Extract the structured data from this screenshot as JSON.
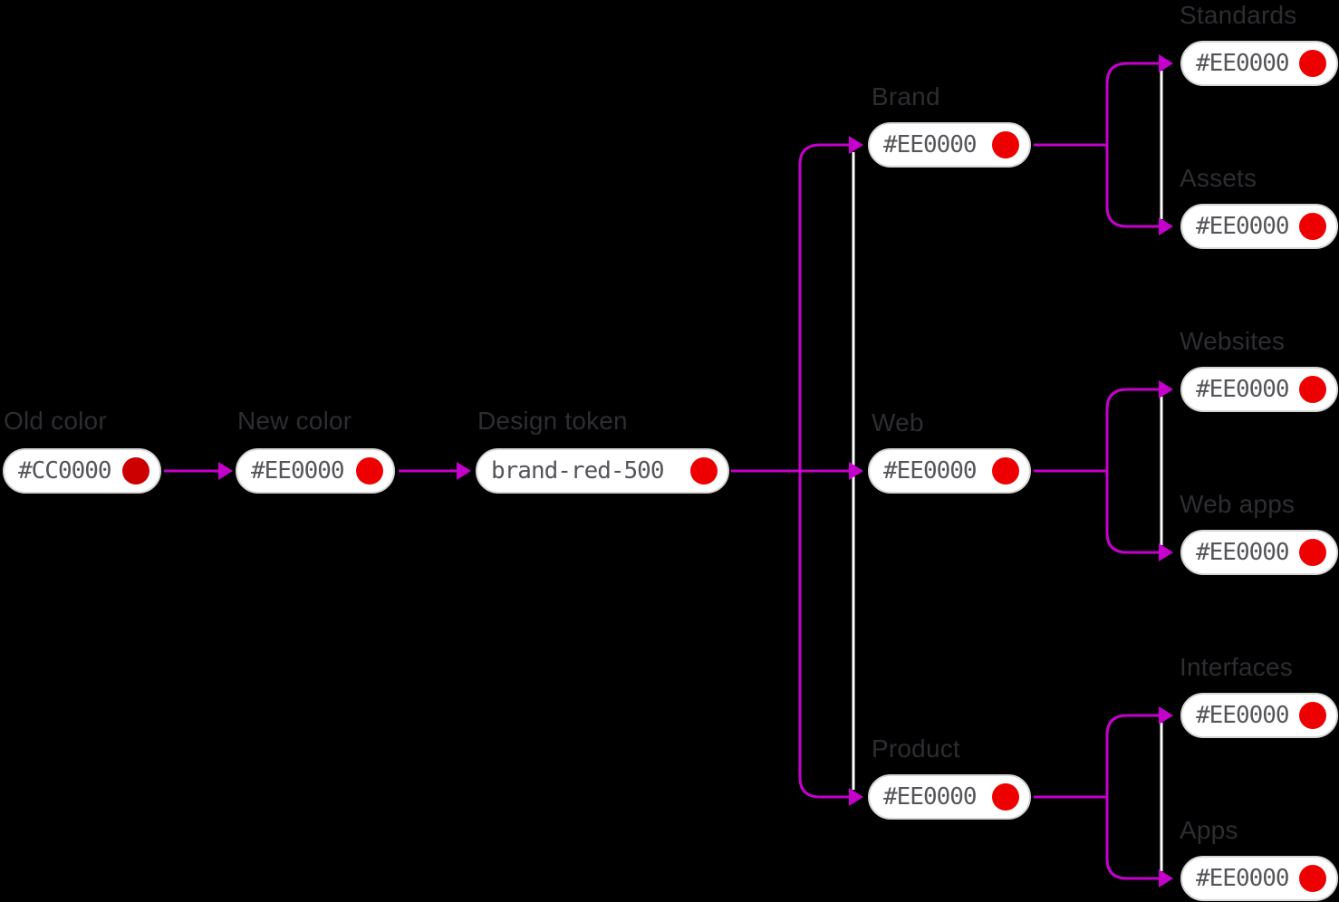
{
  "diagram": {
    "colors": {
      "background": "#000000",
      "connector": "#C600CC",
      "tie_line": "#FFFFFF",
      "old_red": "#CC0000",
      "new_red": "#EE0000",
      "pill_border": "#D6D6D6",
      "pill_text": "#55555A",
      "label_text": "#2D2D32"
    },
    "flow": [
      {
        "label": "Old color",
        "value": "#CC0000",
        "swatch": "#CC0000"
      },
      {
        "label": "New color",
        "value": "#EE0000",
        "swatch": "#EE0000"
      },
      {
        "label": "Design token",
        "value": "brand-red-500",
        "swatch": "#EE0000"
      }
    ],
    "branches": [
      {
        "label": "Brand",
        "value": "#EE0000",
        "swatch": "#EE0000",
        "children": [
          {
            "label": "Standards",
            "value": "#EE0000",
            "swatch": "#EE0000"
          },
          {
            "label": "Assets",
            "value": "#EE0000",
            "swatch": "#EE0000"
          }
        ]
      },
      {
        "label": "Web",
        "value": "#EE0000",
        "swatch": "#EE0000",
        "children": [
          {
            "label": "Websites",
            "value": "#EE0000",
            "swatch": "#EE0000"
          },
          {
            "label": "Web apps",
            "value": "#EE0000",
            "swatch": "#EE0000"
          }
        ]
      },
      {
        "label": "Product",
        "value": "#EE0000",
        "swatch": "#EE0000",
        "children": [
          {
            "label": "Interfaces",
            "value": "#EE0000",
            "swatch": "#EE0000"
          },
          {
            "label": "Apps",
            "value": "#EE0000",
            "swatch": "#EE0000"
          }
        ]
      }
    ]
  }
}
